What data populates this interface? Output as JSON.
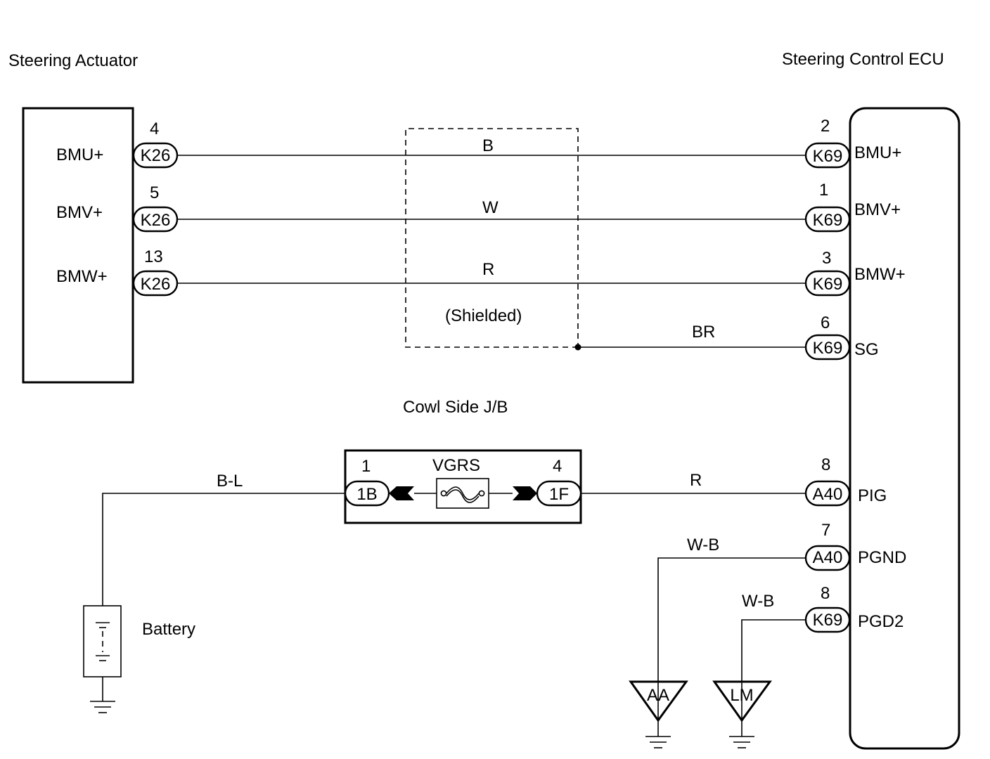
{
  "actuator": {
    "title": "Steering Actuator",
    "terminals": [
      {
        "label": "BMU+",
        "pin": "4",
        "connector": "K26"
      },
      {
        "label": "BMV+",
        "pin": "5",
        "connector": "K26"
      },
      {
        "label": "BMW+",
        "pin": "13",
        "connector": "K26"
      }
    ]
  },
  "ecu": {
    "title": "Steering Control ECU",
    "terminals": [
      {
        "label": "BMU+",
        "pin": "2",
        "connector": "K69"
      },
      {
        "label": "BMV+",
        "pin": "1",
        "connector": "K69"
      },
      {
        "label": "BMW+",
        "pin": "3",
        "connector": "K69"
      },
      {
        "label": "SG",
        "pin": "6",
        "connector": "K69"
      },
      {
        "label": "PIG",
        "pin": "8",
        "connector": "A40"
      },
      {
        "label": "PGND",
        "pin": "7",
        "connector": "A40"
      },
      {
        "label": "PGD2",
        "pin": "8",
        "connector": "K69"
      }
    ]
  },
  "wires": {
    "bmu": "B",
    "bmv": "W",
    "bmw": "R",
    "sg": "BR",
    "battery": "B-L",
    "pig": "R",
    "pgnd": "W-B",
    "pgd2": "W-B"
  },
  "shield": {
    "label": "(Shielded)"
  },
  "junction_block": {
    "title": "Cowl Side J/B",
    "fuse": "VGRS",
    "left": {
      "pin": "1",
      "connector": "1B"
    },
    "right": {
      "pin": "4",
      "connector": "1F"
    }
  },
  "battery": {
    "label": "Battery"
  },
  "grounds": [
    {
      "label": "AA"
    },
    {
      "label": "LM"
    }
  ]
}
